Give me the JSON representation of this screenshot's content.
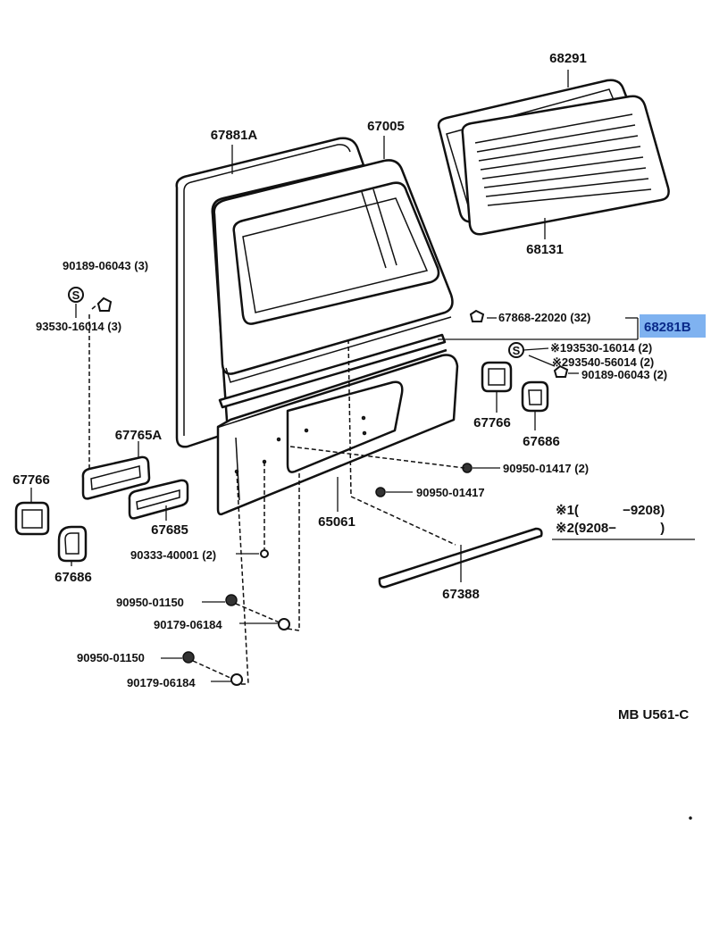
{
  "labels": {
    "p68291": "68291",
    "p67005": "67005",
    "p67881a": "67881A",
    "p68131": "68131",
    "p90189_left": "90189-06043 (3)",
    "p93530_left": "93530-16014 (3)",
    "p67868": "67868-22020 (32)",
    "p68281b": "68281B",
    "p93530_right": "※193530-16014 (2)",
    "p93540_right": "※293540-56014 (2)",
    "p90189_right": "90189-06043 (2)",
    "p67766_right": "67766",
    "p67686_right": "67686",
    "p67765a": "67765A",
    "p67766_left": "67766",
    "p67686_left": "67686",
    "p67685": "67685",
    "p90950_01417_2": "90950-01417 (2)",
    "p90950_01417": "90950-01417",
    "p65061": "65061",
    "p90333": "90333-40001 (2)",
    "p67388": "67388",
    "p90950_01150_a": "90950-01150",
    "p90179_06184_a": "90179-06184",
    "p90950_01150_b": "90950-01150",
    "p90179_06184_b": "90179-06184",
    "diagram_code": "MB U561-C"
  },
  "legend": {
    "row1": "※1(　　　 −9208)",
    "row2": "※2(9208−　　　 )"
  },
  "symbols": {
    "s_left": "S",
    "s_right": "S"
  },
  "colors": {
    "highlight": "#7fb2f0"
  }
}
